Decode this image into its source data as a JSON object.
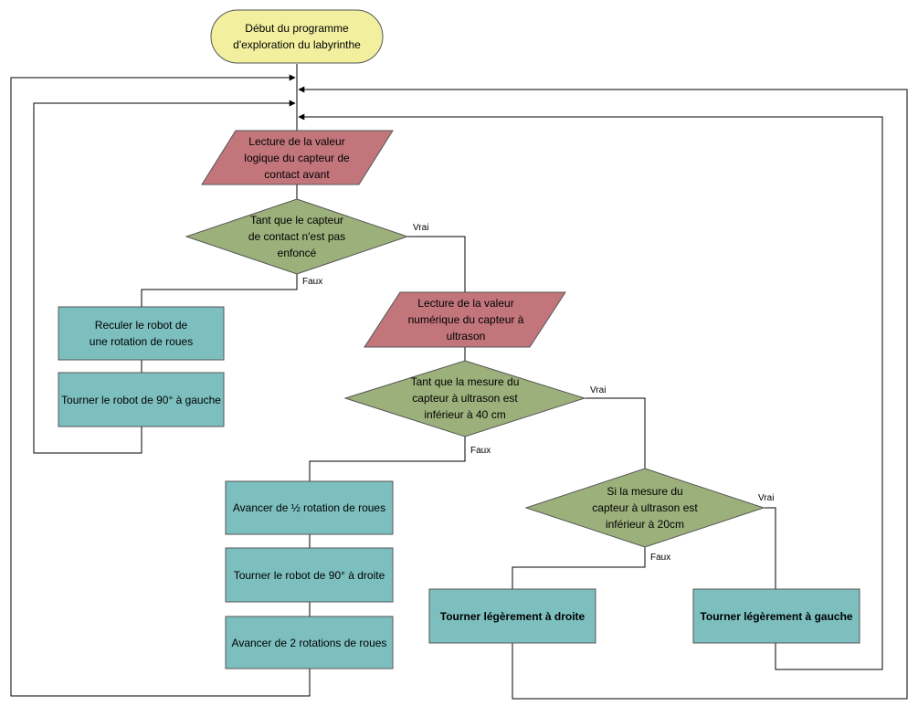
{
  "nodes": {
    "start": "Début du programme\nd'exploration du labyrinthe",
    "read_contact": "Lecture de la valeur\nlogique du capteur de\ncontact avant",
    "while_contact": "Tant que le capteur\nde contact n'est pas\nenfoncé",
    "reculer": "Reculer le robot de\nune rotation de roues",
    "tourner_gauche_90": "Tourner le robot de 90° à gauche",
    "read_ultrason": "Lecture de la valeur\nnumérique du capteur à\nultrason",
    "while_40cm": "Tant que la mesure du\ncapteur à ultrason est\ninférieur à 40 cm",
    "avancer_demi": "Avancer de ½ rotation de roues",
    "tourner_droite_90": "Tourner le robot de 90° à droite",
    "avancer_2": "Avancer de 2 rotations de roues",
    "if_20cm": "Si la mesure du\ncapteur à ultrason est\ninférieur à 20cm",
    "tourner_leg_droite": "Tourner légèrement à droite",
    "tourner_leg_gauche": "Tourner légèrement à gauche"
  },
  "labels": {
    "vrai": "Vrai",
    "faux": "Faux"
  },
  "colors": {
    "terminal": "#f2f09f",
    "input": "#c2767c",
    "decision": "#9cb07b",
    "process": "#7dbfbf",
    "stroke": "#555555",
    "line": "#000000"
  }
}
